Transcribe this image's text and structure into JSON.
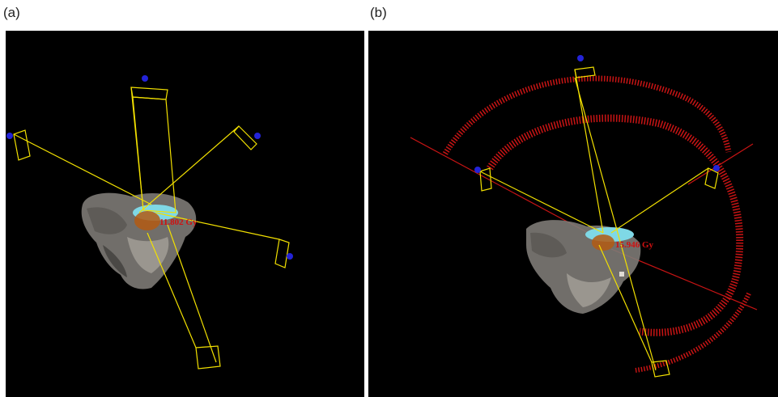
{
  "panels": [
    {
      "label": "(a)",
      "dose_label": "11.802 Gy"
    },
    {
      "label": "(b)",
      "dose_label": "15.946 Gy"
    }
  ],
  "colors": {
    "background": "#000000",
    "beam": "#f2e000",
    "anatomy": "#8a8680",
    "target": "#7fd8e6",
    "dose_text": "#d01010",
    "arc": "#c81414",
    "marker": "#2323d8"
  }
}
